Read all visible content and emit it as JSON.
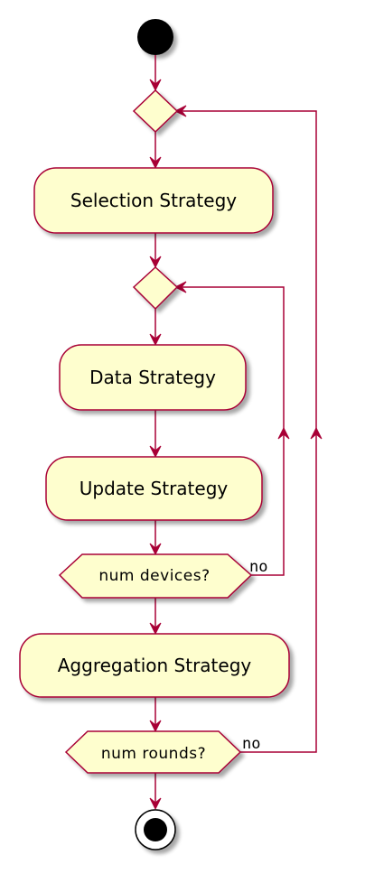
{
  "nodes": {
    "selection": "Selection Strategy",
    "data": "Data Strategy",
    "update": "Update Strategy",
    "aggregation": "Aggregation Strategy"
  },
  "decisions": {
    "devices": "num devices?",
    "rounds": "num rounds?"
  },
  "branches": {
    "devices_no": "no",
    "rounds_no": "no"
  },
  "colors": {
    "fill": "#FEFECE",
    "stroke": "#A80036",
    "start": "#000000"
  }
}
